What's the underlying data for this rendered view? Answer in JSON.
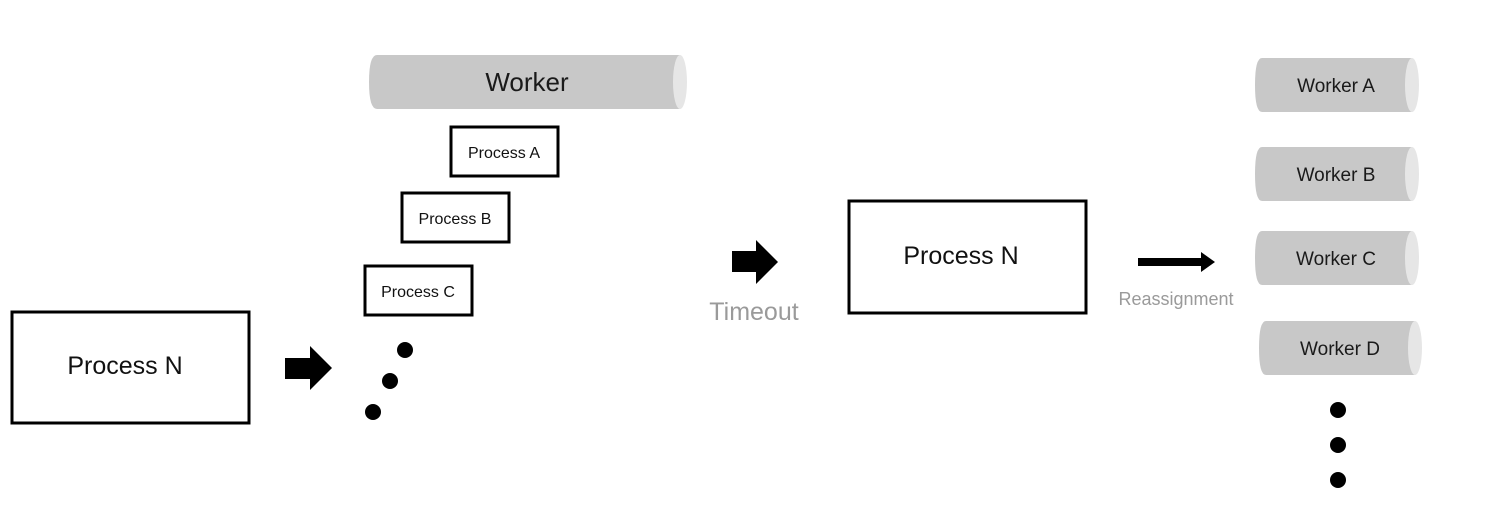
{
  "colors": {
    "worker_fill": "#c8c8c8",
    "worker_end": "#e6e6e6",
    "stroke": "#000000",
    "caption": "#9a9a9a"
  },
  "left_process": {
    "label": "Process N"
  },
  "worker_bar": {
    "label": "Worker"
  },
  "queued_processes": [
    {
      "label": "Process A"
    },
    {
      "label": "Process B"
    },
    {
      "label": "Process C"
    }
  ],
  "timeout": {
    "label": "Timeout"
  },
  "center_process": {
    "label": "Process N"
  },
  "reassignment": {
    "label": "Reassignment"
  },
  "workers": [
    {
      "label": "Worker A"
    },
    {
      "label": "Worker B"
    },
    {
      "label": "Worker C"
    },
    {
      "label": "Worker D"
    }
  ]
}
